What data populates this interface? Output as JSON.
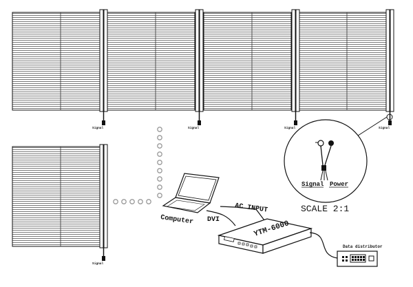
{
  "labels": {
    "signal_small": "Signal",
    "signal_zoom": "Signal",
    "power_zoom": "Power",
    "scale": "SCALE 2:1",
    "computer": "Computer",
    "dvi": "DVI",
    "ac_input": "AC INPUT",
    "controller": "YTM-6000",
    "data_distributor": "Data distributor"
  },
  "colors": {
    "line": "#111111",
    "stripe": "#777777",
    "dots": "#999999"
  }
}
